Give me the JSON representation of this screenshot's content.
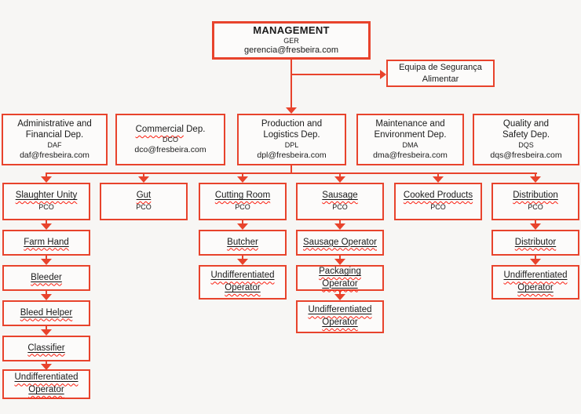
{
  "palette": {
    "box_border_red": "#e8432c",
    "spellcheck_red": "#fb1d0e",
    "page_bg": "#f7f6f4",
    "text": "#1b1b1b"
  },
  "management": {
    "title": "MANAGEMENT",
    "code": "GER",
    "email": "gerencia@fresbeira.com"
  },
  "safety_team": {
    "name_lines": [
      "Equipa de Segurança",
      "Alimentar"
    ]
  },
  "departments": [
    {
      "name_lines": [
        "Administrative and",
        "Financial Dep."
      ],
      "code": "DAF",
      "email": "daf@fresbeira.com"
    },
    {
      "name_flagged": "Commercial",
      "name_rest": " Dep.",
      "code": "DCO",
      "email": "dco@fresbeira.com"
    },
    {
      "name_lines": [
        "Production and",
        "Logistics Dep."
      ],
      "code": "DPL",
      "email": "dpl@fresbeira.com"
    },
    {
      "name_lines": [
        "Maintenance and",
        "Environment Dep."
      ],
      "code": "DMA",
      "email": "dma@fresbeira.com"
    },
    {
      "name_lines": [
        "Quality and",
        "Safety Dep."
      ],
      "code": "DQS",
      "email": "dqs@fresbeira.com"
    }
  ],
  "units": [
    {
      "name": "Slaughter Unity",
      "code": "PCO"
    },
    {
      "name": "Gut",
      "code": "PCO"
    },
    {
      "name": "Cutting Room",
      "code": "PCO"
    },
    {
      "name": "Sausage",
      "code": "PCO"
    },
    {
      "name": "Cooked Products",
      "code": "PCO"
    },
    {
      "name": "Distribution",
      "code": "PCO"
    }
  ],
  "roles": {
    "slaughter": [
      "Farm Hand",
      "Bleeder",
      "Bleed Helper",
      "Classifier",
      "Undifferentiated Operator"
    ],
    "cutting": [
      "Butcher",
      "Undifferentiated Operator"
    ],
    "sausage": [
      "Sausage Operator",
      "Packaging Operator",
      "Undifferentiated Operator"
    ],
    "distribution": [
      "Distributor",
      "Undifferentiated Operator"
    ]
  }
}
